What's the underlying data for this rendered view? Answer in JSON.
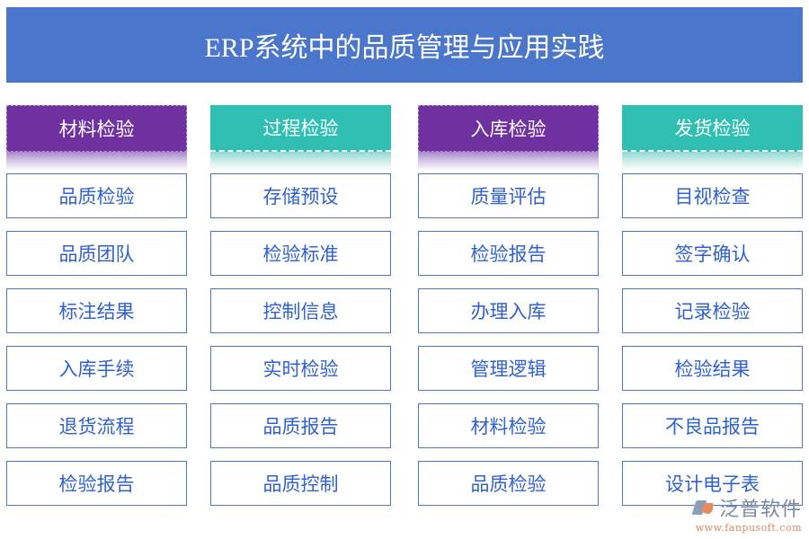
{
  "title": "ERP系统中的品质管理与应用实践",
  "colors": {
    "banner": "#4a76cc",
    "purple_header": "#6f31a0",
    "teal_header": "#2fc0b3",
    "item_text": "#2f62d0",
    "item_border": "#4a76cc"
  },
  "columns": [
    {
      "header": "材料检验",
      "theme": "purple",
      "items": [
        "品质检验",
        "品质团队",
        "标注结果",
        "入库手续",
        "退货流程",
        "检验报告"
      ]
    },
    {
      "header": "过程检验",
      "theme": "teal",
      "items": [
        "存储预设",
        "检验标准",
        "控制信息",
        "实时检验",
        "品质报告",
        "品质控制"
      ]
    },
    {
      "header": "入库检验",
      "theme": "purple",
      "items": [
        "质量评估",
        "检验报告",
        "办理入库",
        "管理逻辑",
        "材料检验",
        "品质检验"
      ]
    },
    {
      "header": "发货检验",
      "theme": "teal",
      "items": [
        "目视检查",
        "签字确认",
        "记录检验",
        "检验结果",
        "不良品报告",
        "设计电子表"
      ]
    }
  ],
  "watermark": {
    "logo_icon": "fanpu-logo-icon",
    "name": "泛普软件",
    "url": "www.fanpusoft.com"
  }
}
